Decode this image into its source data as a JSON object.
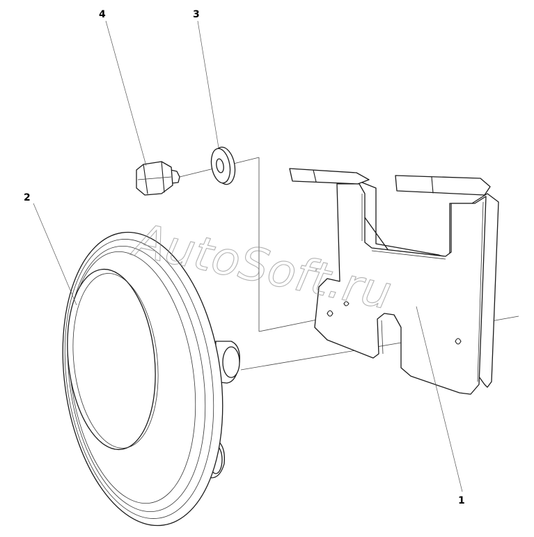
{
  "callouts": {
    "c1": "1",
    "c2": "2",
    "c3": "3",
    "c4": "4"
  },
  "watermark": "AutoSoft.ru",
  "parts": {
    "bracket": "bracket-icon",
    "horn": "horn-icon",
    "washer": "washer-icon",
    "bolt": "bolt-icon"
  },
  "colors": {
    "line": "#1a1a1a",
    "watermark": "#8a8a8a",
    "background": "#ffffff"
  }
}
